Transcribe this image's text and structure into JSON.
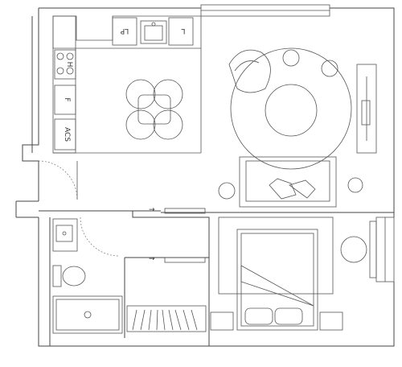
{
  "labels": {
    "lp": "LP",
    "l": "L",
    "h": "H",
    "f": "F",
    "acs": "ACS"
  },
  "arrows": [
    "→",
    "→"
  ]
}
